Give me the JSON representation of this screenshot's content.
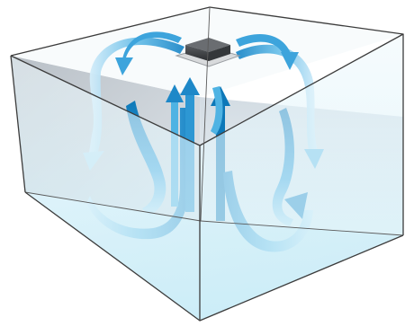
{
  "diagram": {
    "subject": "ceiling-cassette-airflow",
    "components": [
      {
        "id": "room-box",
        "kind": "wireframe-box",
        "edges": "dark-gray",
        "fill": "pale-blue-glass"
      },
      {
        "id": "cassette-unit",
        "kind": "ceiling-mounted-device",
        "color": "dark-gray"
      },
      {
        "id": "airflow-arrows",
        "kind": "curved-ribbon-arrows",
        "direction": "discharge-outward-return-upward"
      }
    ],
    "colors": {
      "edge": "#3c3c3c",
      "wall_back_left": "#c9cfd5",
      "wall_back": "#dfe8ee",
      "floor": "#d6eef7",
      "front_glass": "#eaf6fb",
      "arrow_light": "#bfe3f5",
      "arrow_mid": "#4fb3e3",
      "arrow_dark": "#0d78b8",
      "unit_dark": "#3d3f42",
      "unit_plate": "#d8dadc"
    }
  }
}
